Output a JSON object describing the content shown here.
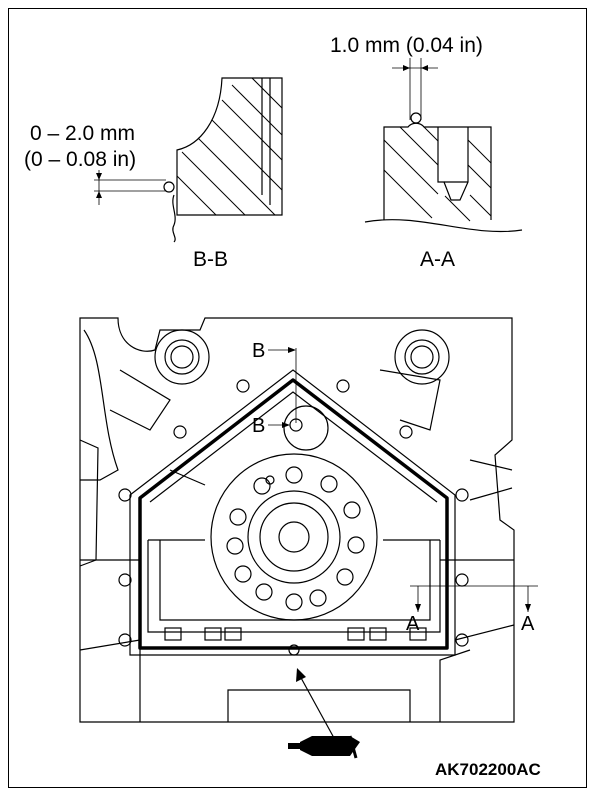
{
  "detail_bb": {
    "dim_line1": "0 – 2.0 mm",
    "dim_line2": "(0 – 0.08 in)",
    "caption": "B-B"
  },
  "detail_aa": {
    "dim": "1.0 mm (0.04 in)",
    "caption": "A-A"
  },
  "main_view": {
    "section_b_top": "B",
    "section_b_bottom": "B",
    "section_a_left": "A",
    "section_a_right": "A"
  },
  "figure_code": "AK702200AC"
}
